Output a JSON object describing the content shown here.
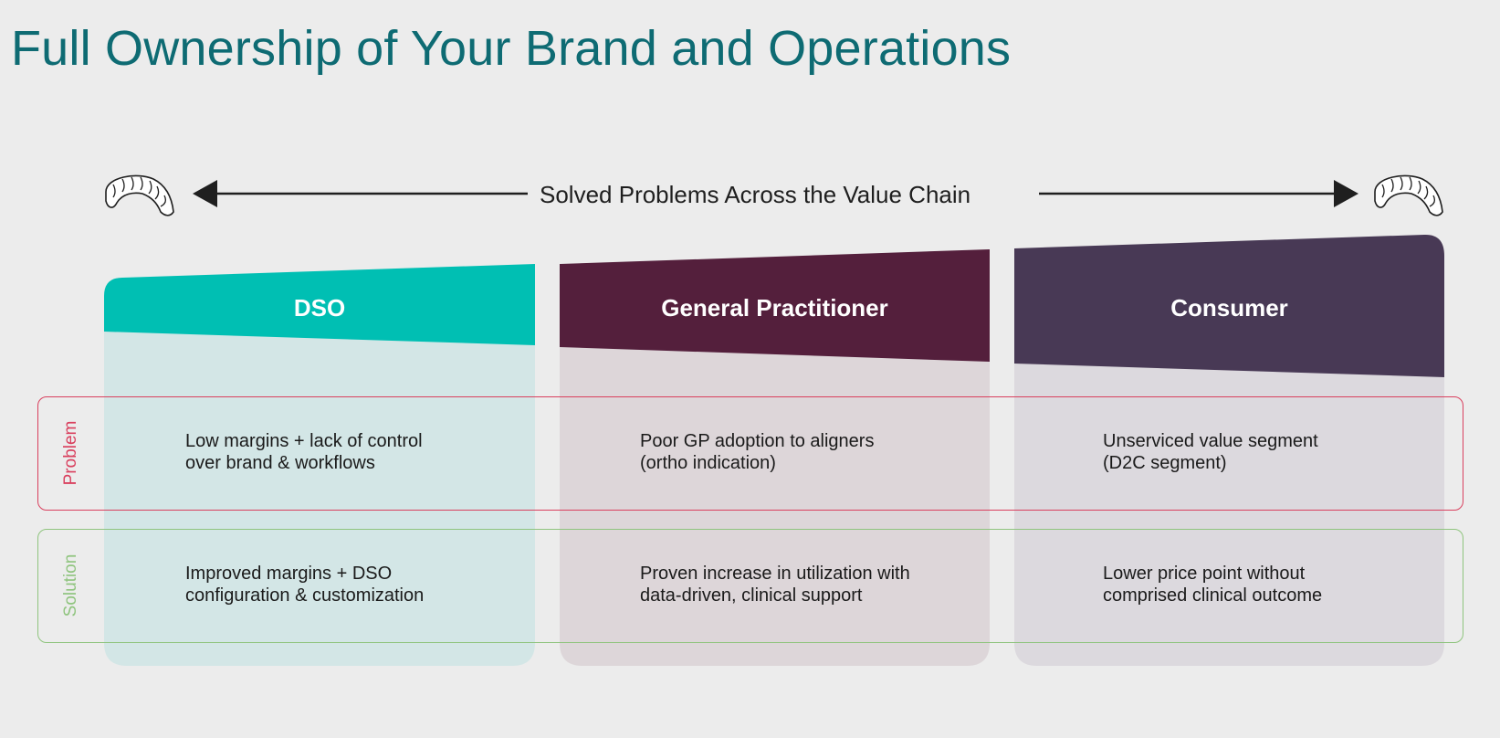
{
  "title": "Full Ownership of Your Brand and Operations",
  "value_chain": {
    "label": "Solved Problems Across the Value Chain",
    "left_icon": "aligner-icon",
    "right_icon": "aligner-icon"
  },
  "columns": [
    {
      "name": "DSO",
      "color": "#00bfb3",
      "body_color": "#d3e6e6"
    },
    {
      "name": "General Practitioner",
      "color": "#541f3c",
      "body_color": "#ddd6d9"
    },
    {
      "name": "Consumer",
      "color": "#483955",
      "body_color": "#dcd9de"
    }
  ],
  "rows": {
    "problem": {
      "label": "Problem",
      "color": "#d9405e",
      "cells": [
        [
          "Low margins + lack of control",
          "over brand & workflows"
        ],
        [
          "Poor GP adoption to aligners",
          "(ortho indication)"
        ],
        [
          "Unserviced value segment",
          "(D2C segment)"
        ]
      ]
    },
    "solution": {
      "label": "Solution",
      "color": "#8fc47e",
      "cells": [
        [
          "Improved margins + DSO",
          "configuration & customization"
        ],
        [
          "Proven increase in utilization with",
          "data-driven, clinical support"
        ],
        [
          "Lower price point without",
          "comprised clinical outcome"
        ]
      ]
    }
  }
}
